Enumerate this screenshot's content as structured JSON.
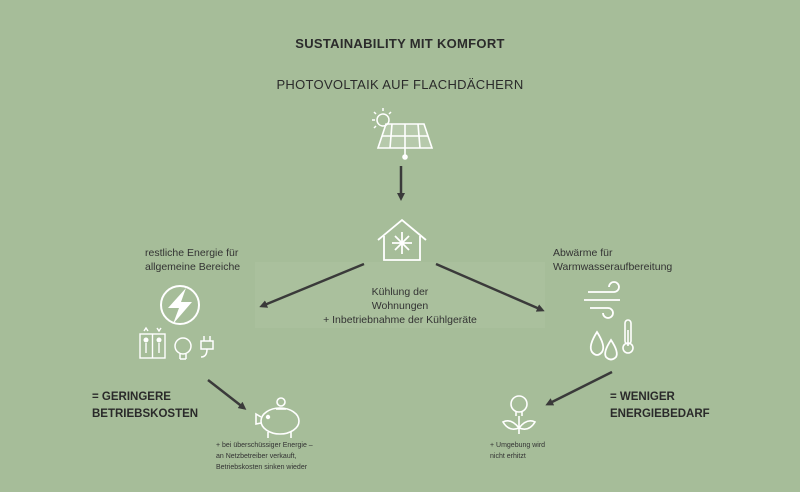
{
  "title": "SUSTAINABILITY MIT KOMFORT",
  "subtitle": "PHOTOVOLTAIK AUF FLACHDÄCHERN",
  "center": {
    "line1": "Kühlung der",
    "line2": "Wohnungen",
    "line3": "+ Inbetriebnahme der Kühlgeräte"
  },
  "left": {
    "label_line1": "restliche Energie für",
    "label_line2": "allgemeine Bereiche",
    "result_line1": "= GERINGERE",
    "result_line2": "BETRIEBSKOSTEN",
    "note_line1": "+ bei überschüssiger Energie –",
    "note_line2": "an Netzbetreiber verkauft,",
    "note_line3": "Betriebskosten sinken wieder"
  },
  "right": {
    "label_line1": "Abwärme für",
    "label_line2": "Warmwasseraufbereitung",
    "result_line1": "= WENIGER",
    "result_line2": "ENERGIEBEDARF",
    "note_line1": "+ Umgebung wird",
    "note_line2": "nicht erhitzt"
  },
  "colors": {
    "background": "#a6bd99",
    "icon": "#ffffff",
    "arrow": "#3a3a3a",
    "text": "#2f2f2f"
  },
  "icons": [
    "solar-panel-icon",
    "sun-icon",
    "house-snowflake-icon",
    "lightning-icon",
    "elevator-icon",
    "lightbulb-icon",
    "plug-icon",
    "piggy-bank-icon",
    "wind-icon",
    "water-drops-icon",
    "thermometer-icon",
    "plant-bulb-icon"
  ]
}
